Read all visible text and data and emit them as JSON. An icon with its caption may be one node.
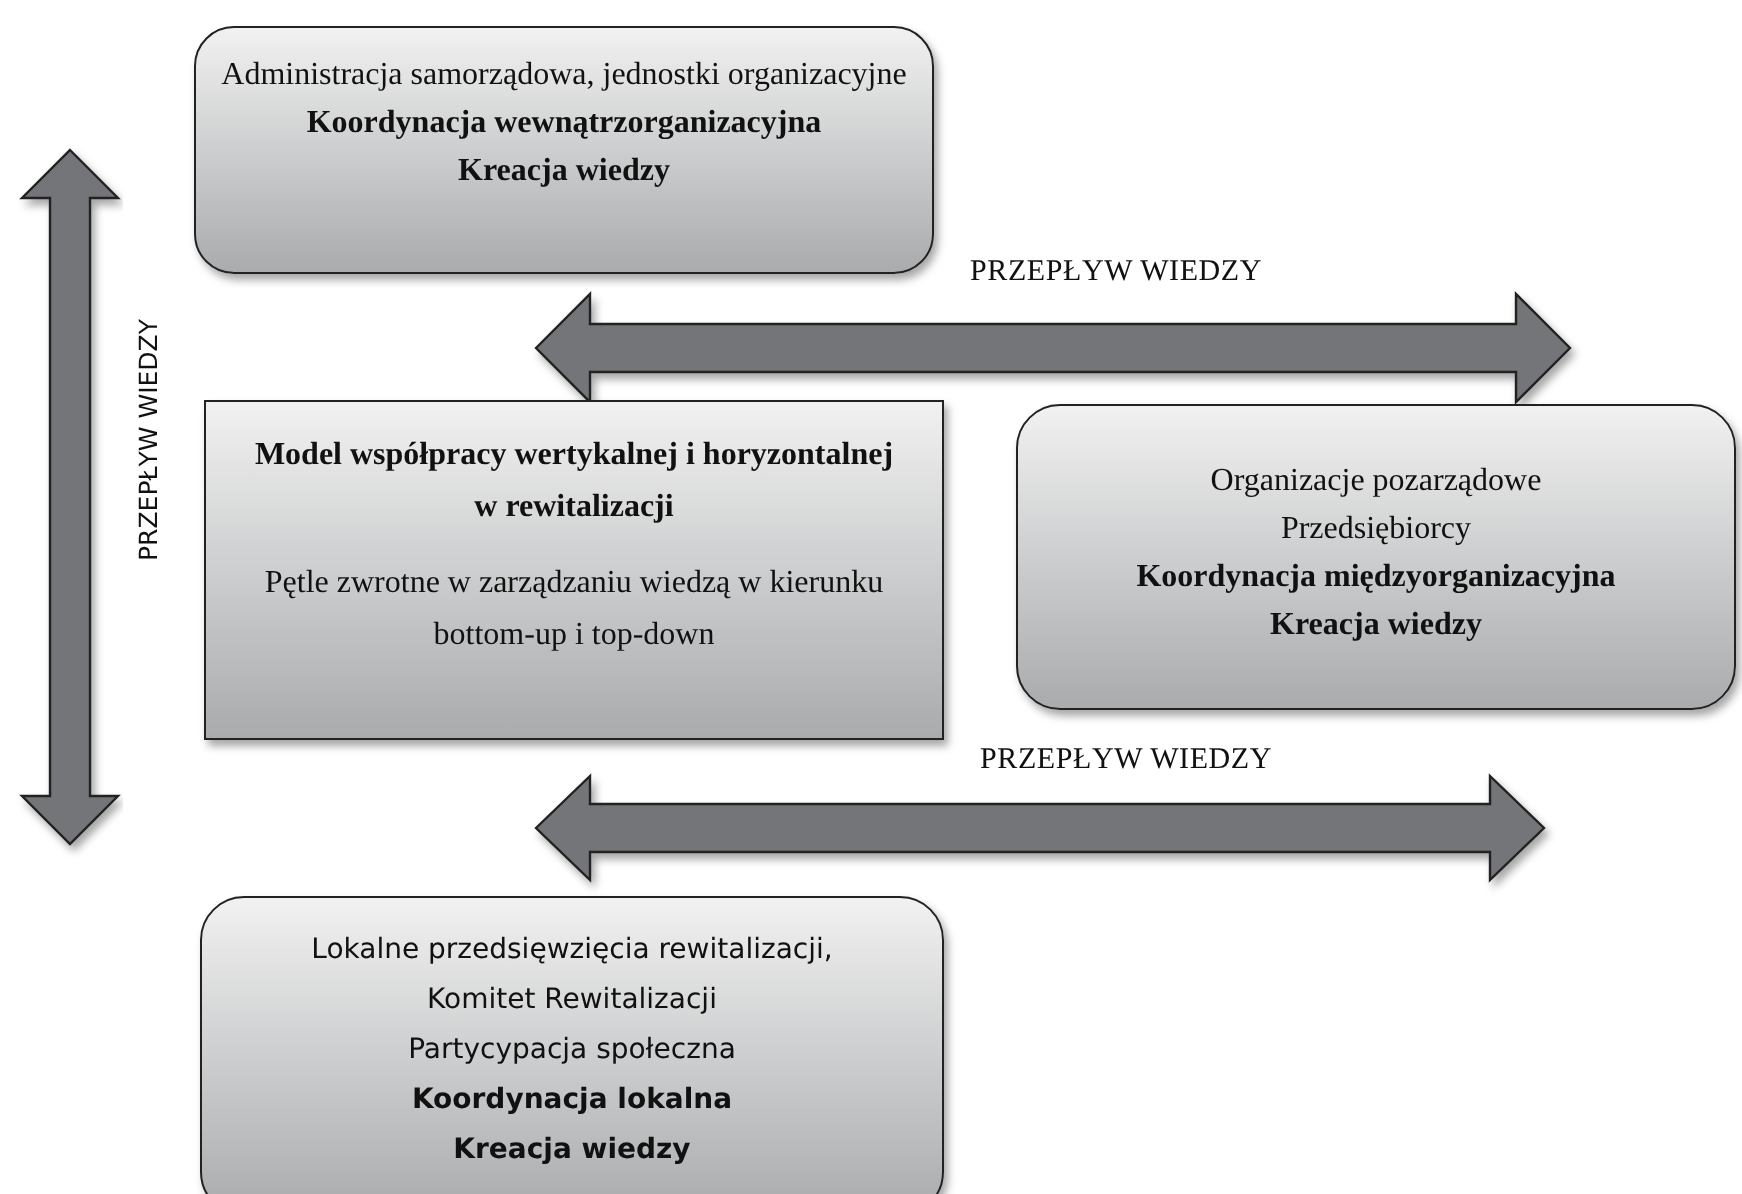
{
  "diagram": {
    "nodes": [
      {
        "text": [
          "Administracja samorządowa, jednostki organizacyjne",
          "Koordynacja wewnątrzorganizacyjna",
          "Kreacja wiedzy"
        ]
      },
      {
        "text": [
          "Model współpracy wertykalnej i horyzontalnej w rewitalizacji",
          "Pętle zwrotne w zarządzaniu wiedzą w kierunku bottom-up i top-down"
        ]
      },
      {
        "text": [
          "Organizacje pozarządowe",
          "Przedsiębiorcy",
          "Koordynacja międzyorganizacyjna",
          "Kreacja wiedzy"
        ]
      },
      {
        "text": [
          "Lokalne przedsięwzięcia rewitalizacji,",
          "Komitet Rewitalizacji",
          "Partycypacja społeczna",
          "Koordynacja lokalna",
          "Kreacja wiedzy"
        ]
      }
    ],
    "labels": [
      "PRZEPŁYW WIEDZY",
      "PRZEPŁYW WIEDZY",
      "PRZEPŁYW WIEDZY"
    ]
  }
}
